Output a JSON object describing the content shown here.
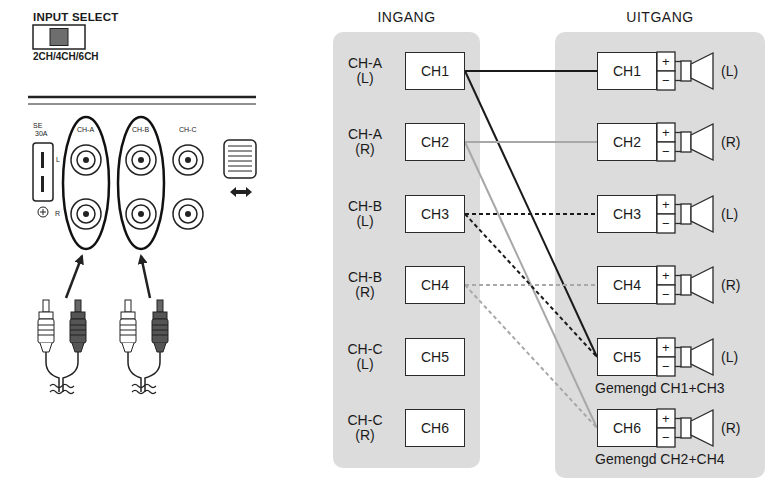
{
  "diagram": {
    "nodes": [
      {
        "text": [
          "INGANG"
        ]
      },
      {
        "text": [
          "CH1"
        ],
        "in": 0
      },
      {
        "text": [
          "CH2"
        ],
        "in": 0
      },
      {
        "text": [
          "CH3"
        ],
        "in": 0
      },
      {
        "text": [
          "CH4"
        ],
        "in": 0
      },
      {
        "text": [
          "CH5"
        ],
        "in": 0
      },
      {
        "text": [
          "CH6"
        ],
        "in": 0
      },
      {
        "text": [
          "UITGANG"
        ]
      },
      {
        "text": [
          "CH1"
        ],
        "in": 7
      },
      {
        "text": [
          "CH2"
        ],
        "in": 7
      },
      {
        "text": [
          "CH3"
        ],
        "in": 7
      },
      {
        "text": [
          "CH4"
        ],
        "in": 7
      },
      {
        "text": [
          "CH5"
        ],
        "in": 7
      },
      {
        "text": [
          "CH6"
        ],
        "in": 7
      }
    ],
    "edges": [
      {
        "from": 1,
        "to": 8,
        "arrow": "none"
      },
      {
        "from": 1,
        "to": 12,
        "arrow": "none"
      },
      {
        "from": 2,
        "to": 9,
        "arrow": "none"
      },
      {
        "from": 2,
        "to": 13,
        "arrow": "none"
      },
      {
        "from": 3,
        "to": 10,
        "arrow": "none"
      },
      {
        "from": 3,
        "to": 12,
        "arrow": "none"
      },
      {
        "from": 4,
        "to": 11,
        "arrow": "none"
      },
      {
        "from": 4,
        "to": 13,
        "arrow": "none"
      }
    ],
    "labels": [
      "INPUT SELECT",
      "2CH/4CH/6CH",
      "SE",
      "30A",
      "CH-A",
      "CH-B",
      "CH-C",
      "L",
      "R",
      "CH-A (L)",
      "CH-A (R)",
      "CH-B (L)",
      "CH-B (R)",
      "CH-C (L)",
      "CH-C (R)",
      "+",
      "−",
      "(L)",
      "+",
      "−",
      "(R)",
      "+",
      "−",
      "(L)",
      "+",
      "−",
      "(R)",
      "+",
      "−",
      "(L)",
      "+",
      "−",
      "(R)",
      "Gemengd CH1+CH3",
      "Gemengd CH2+CH4"
    ]
  }
}
